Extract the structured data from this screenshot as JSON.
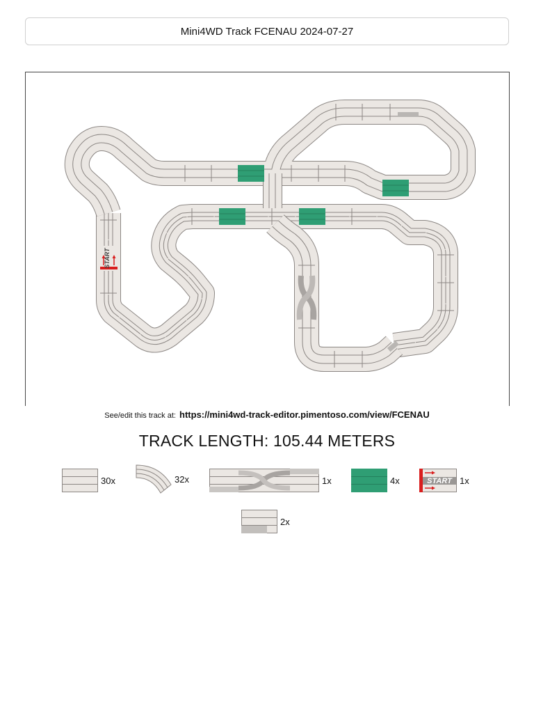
{
  "header": {
    "title": "Mini4WD Track FCENAU 2024-07-27"
  },
  "track_map": {
    "start_marker_text": "START"
  },
  "link": {
    "prefix": "See/edit this track at:",
    "url": "https://mini4wd-track-editor.pimentoso.com/view/FCENAU"
  },
  "summary": {
    "track_length_text": "TRACK LENGTH: 105.44 METERS"
  },
  "legend": {
    "items": [
      {
        "piece": "straight-piece-icon",
        "count": "30x"
      },
      {
        "piece": "curve-piece-icon",
        "count": "32x"
      },
      {
        "piece": "lane-change-piece-icon",
        "count": "1x"
      },
      {
        "piece": "green-straight-piece-icon",
        "count": "4x"
      },
      {
        "piece": "start-piece-icon",
        "count": "1x",
        "label": "START"
      },
      {
        "piece": "slope-piece-icon",
        "count": "2x"
      }
    ]
  },
  "colors": {
    "track_fill": "#ebe7e3",
    "track_edge": "#8b8683",
    "green_section": "#2f9e74",
    "start_red": "#d91e1e",
    "slope_gray": "#b9b6b3"
  }
}
